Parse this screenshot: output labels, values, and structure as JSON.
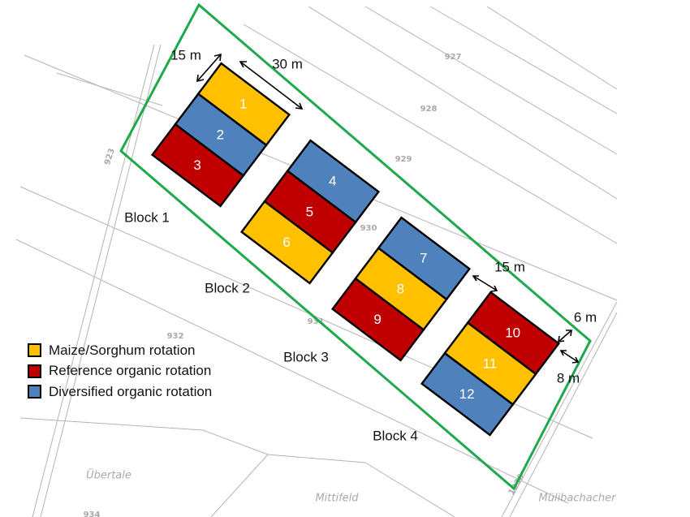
{
  "colors": {
    "maize": "#ffc000",
    "reference": "#c00000",
    "diversified": "#4f81bd",
    "boundary": "#1fa94b",
    "cadastre": "#b4b4b4"
  },
  "parcels": [
    "927",
    "928",
    "929",
    "930",
    "931",
    "932",
    "923",
    "1336",
    "934"
  ],
  "place_names": [
    "Übertale",
    "Mittifeld",
    "Mülibachacher"
  ],
  "blocks": [
    "Block 1",
    "Block 2",
    "Block 3",
    "Block 4"
  ],
  "dimensions": {
    "plot_width": "15 m",
    "plot_length": "30 m",
    "block_gap": "15 m",
    "edge_side": "6 m",
    "edge_end": "8 m"
  },
  "plots": [
    {
      "number": "1",
      "rotation": "maize"
    },
    {
      "number": "2",
      "rotation": "diversified"
    },
    {
      "number": "3",
      "rotation": "reference"
    },
    {
      "number": "4",
      "rotation": "diversified"
    },
    {
      "number": "5",
      "rotation": "reference"
    },
    {
      "number": "6",
      "rotation": "maize"
    },
    {
      "number": "7",
      "rotation": "diversified"
    },
    {
      "number": "8",
      "rotation": "maize"
    },
    {
      "number": "9",
      "rotation": "reference"
    },
    {
      "number": "10",
      "rotation": "reference"
    },
    {
      "number": "11",
      "rotation": "maize"
    },
    {
      "number": "12",
      "rotation": "diversified"
    }
  ],
  "legend": [
    {
      "label": "Maize/Sorghum rotation",
      "rotation": "maize"
    },
    {
      "label": "Reference organic rotation",
      "rotation": "reference"
    },
    {
      "label": "Diversified organic rotation",
      "rotation": "diversified"
    }
  ]
}
